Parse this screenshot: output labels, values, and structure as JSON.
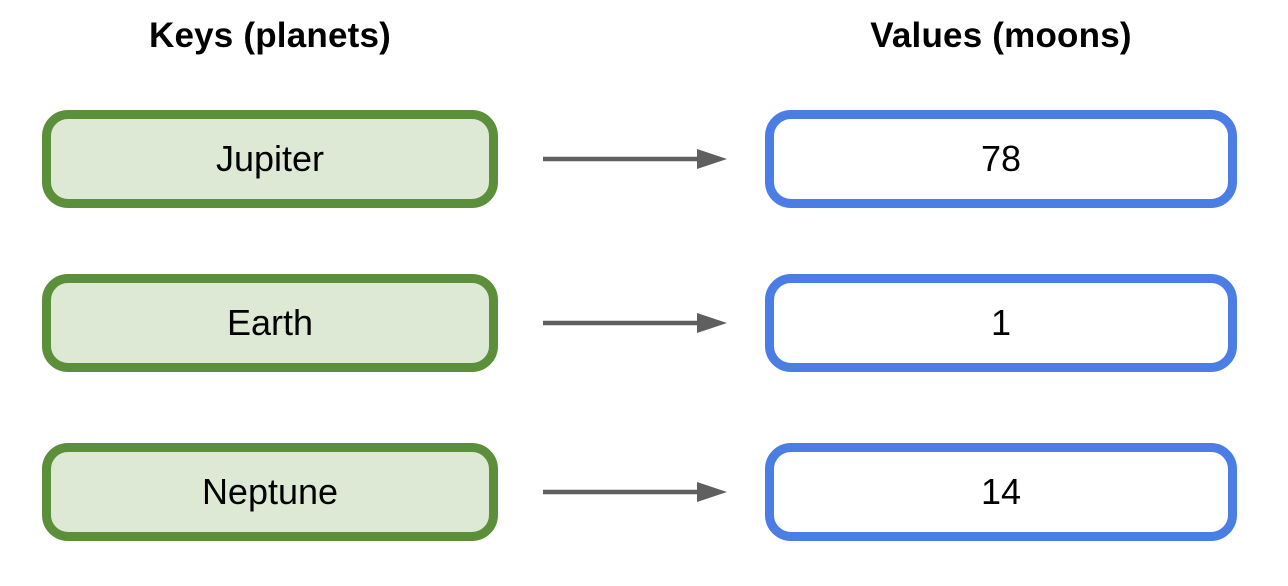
{
  "diagram": {
    "left_column_title": "Keys (planets)",
    "right_column_title": "Values (moons)",
    "rows": [
      {
        "key": "Jupiter",
        "value": "78"
      },
      {
        "key": "Earth",
        "value": "1"
      },
      {
        "key": "Neptune",
        "value": "14"
      }
    ]
  },
  "colors": {
    "green_border": "#5b8f3a",
    "green_fill": "#dde9d4",
    "blue_border": "#4b7ee5",
    "value_fill": "#ffffff",
    "arrow_color": "#5f5f5f",
    "text_color": "#000000"
  }
}
